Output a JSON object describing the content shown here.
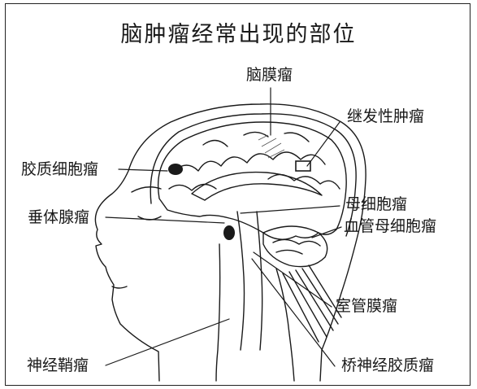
{
  "title": "脑肿瘤经常出现的部位",
  "labels": {
    "meningioma": "脑膜瘤",
    "metastatic": "继发性肿瘤",
    "glioma": "胶质细胞瘤",
    "pituitary": "垂体腺瘤",
    "blastoma": "母细胞瘤",
    "hemangioblastoma": "血管母细胞瘤",
    "ependymoma": "室管膜瘤",
    "schwannoma": "神经鞘瘤",
    "pontine_glioma": "桥神经胶质瘤"
  }
}
